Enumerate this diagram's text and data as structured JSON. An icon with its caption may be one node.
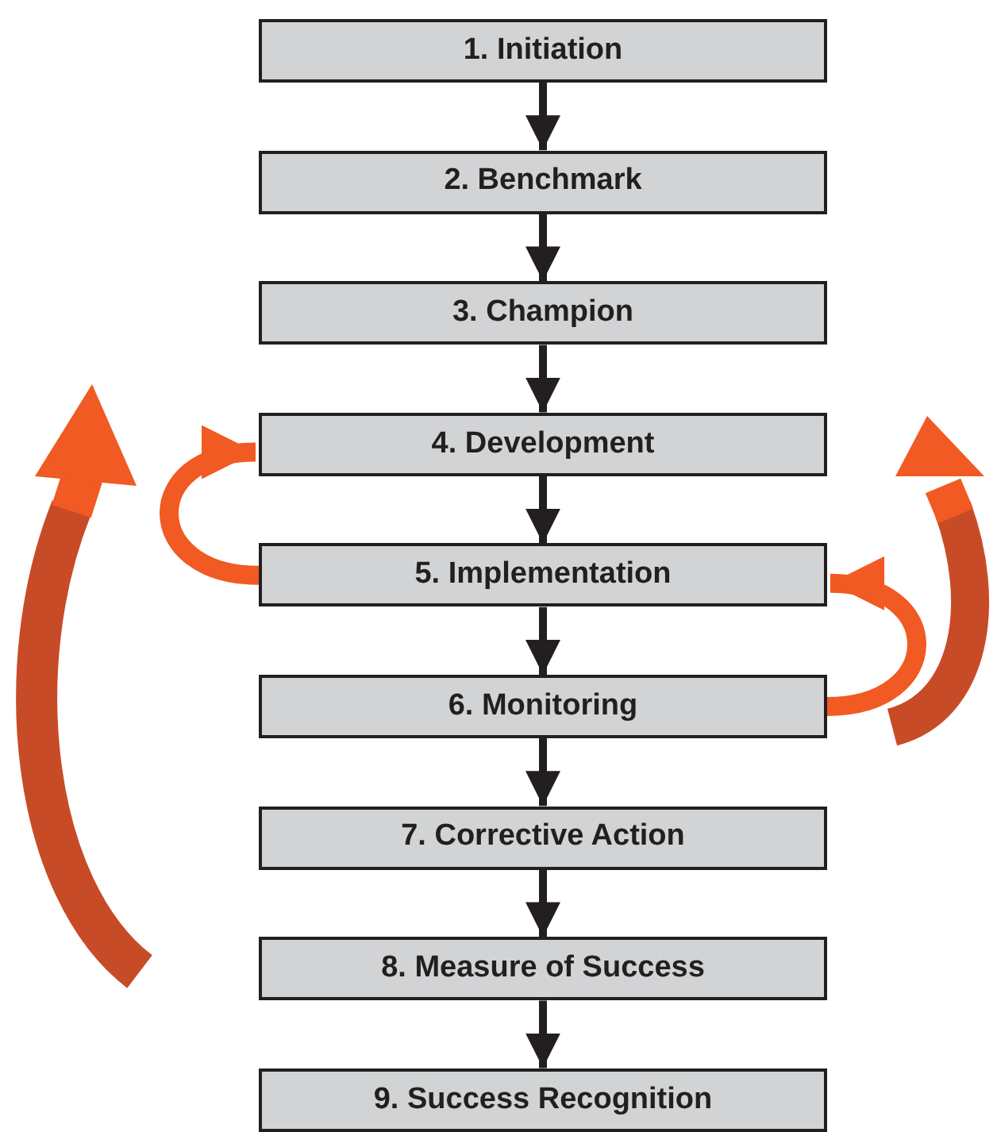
{
  "diagram": {
    "nodes": [
      {
        "text": [
          "1. Initiation"
        ]
      },
      {
        "text": [
          "2. Benchmark"
        ]
      },
      {
        "text": [
          "3. Champion"
        ]
      },
      {
        "text": [
          "4. Development"
        ]
      },
      {
        "text": [
          "5. Implementation"
        ]
      },
      {
        "text": [
          "6. Monitoring"
        ]
      },
      {
        "text": [
          "7. Corrective Action"
        ]
      },
      {
        "text": [
          "8. Measure of Success"
        ]
      },
      {
        "text": [
          "9. Success Recognition"
        ]
      }
    ],
    "edges": [
      {
        "from": 0,
        "to": 1,
        "arrow": "to"
      },
      {
        "from": 1,
        "to": 2,
        "arrow": "to"
      },
      {
        "from": 2,
        "to": 3,
        "arrow": "to"
      },
      {
        "from": 3,
        "to": 4,
        "arrow": "to"
      },
      {
        "from": 4,
        "to": 5,
        "arrow": "to"
      },
      {
        "from": 5,
        "to": 6,
        "arrow": "to"
      },
      {
        "from": 6,
        "to": 7,
        "arrow": "to"
      },
      {
        "from": 7,
        "to": 8,
        "arrow": "to"
      },
      {
        "from": 4,
        "to": 3,
        "arrow": "to",
        "style": "thick",
        "color": "#f15a22"
      },
      {
        "from": 5,
        "to": 4,
        "arrow": "to",
        "style": "thick",
        "color": "#f15a22"
      }
    ]
  }
}
